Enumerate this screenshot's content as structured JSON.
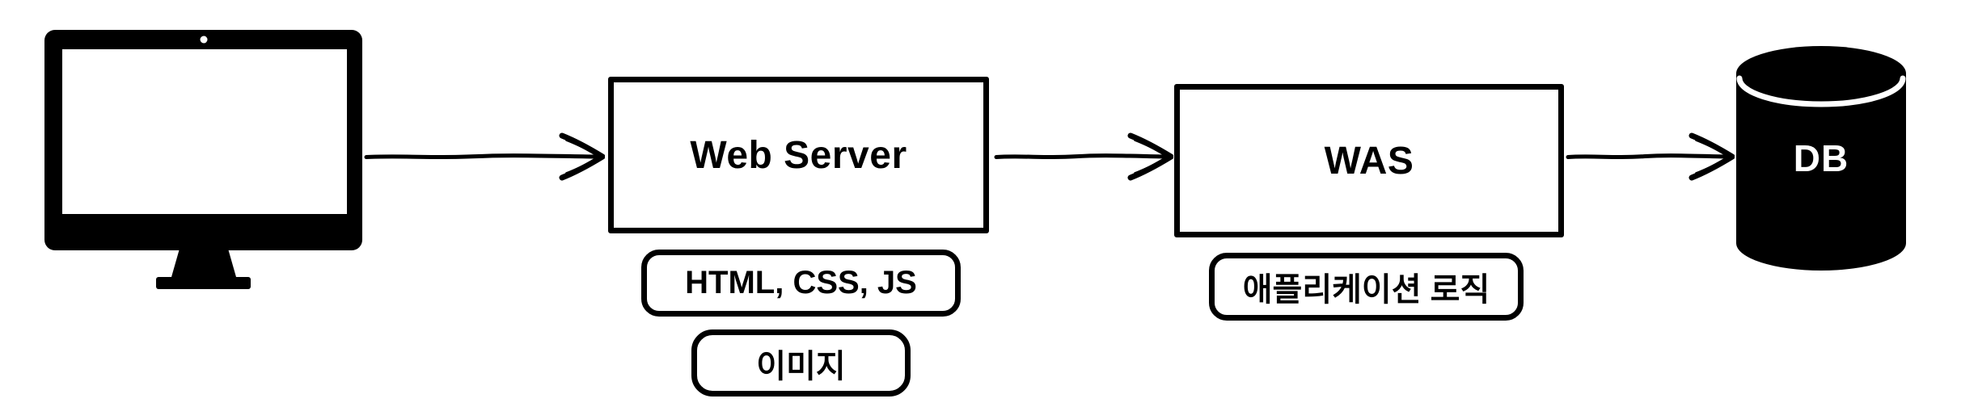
{
  "diagram": {
    "description_visible_text_only": true,
    "background_color": "#ffffff",
    "stroke_color": "#000000",
    "nodes": [
      {
        "id": "client",
        "kind": "icon",
        "icon": "desktop-monitor-icon",
        "label": ""
      },
      {
        "id": "web-server",
        "kind": "box",
        "label": "Web Server"
      },
      {
        "id": "was",
        "kind": "box",
        "label": "WAS"
      },
      {
        "id": "db",
        "kind": "cylinder",
        "icon": "database-cylinder-icon",
        "label": "DB",
        "label_color": "#ffffff",
        "fill": "#000000"
      }
    ],
    "edges": [
      {
        "from": "client",
        "to": "web-server",
        "style": "sketchy-arrow-right"
      },
      {
        "from": "web-server",
        "to": "was",
        "style": "sketchy-arrow-right"
      },
      {
        "from": "was",
        "to": "db",
        "style": "sketchy-arrow-right"
      }
    ],
    "badges": [
      {
        "attached_to": "web-server",
        "label": "HTML, CSS, JS"
      },
      {
        "attached_to": "web-server",
        "label": "이미지"
      },
      {
        "attached_to": "was",
        "label": "애플리케이션 로직"
      }
    ]
  }
}
